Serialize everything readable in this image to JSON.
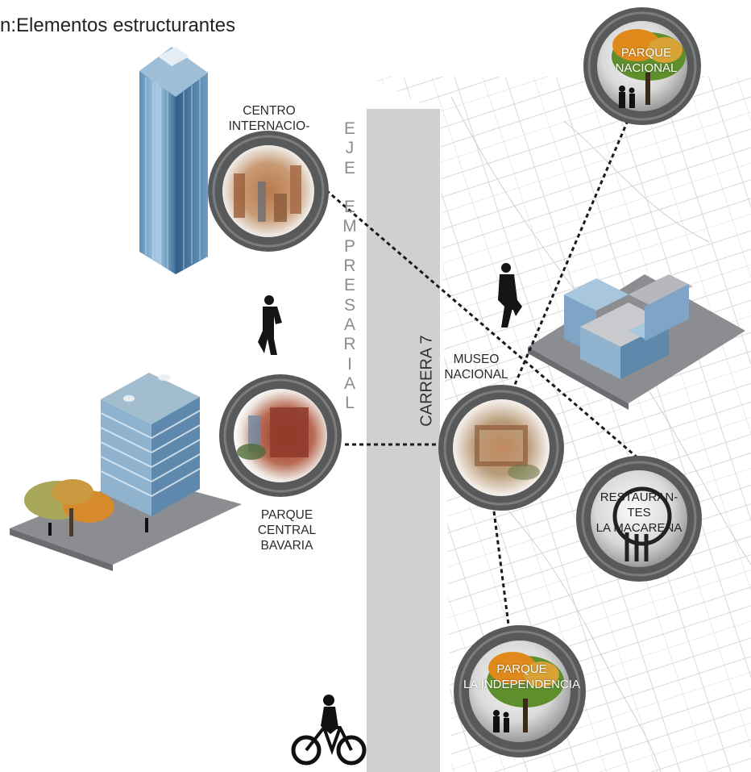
{
  "title": "n:Elementos estructurantes",
  "axis_letters": [
    "E",
    "J",
    "E",
    "",
    "E",
    "M",
    "P",
    "R",
    "E",
    "S",
    "A",
    "R",
    "I",
    "A",
    "L"
  ],
  "road_label": "CARRERA 7",
  "labels": {
    "centro": [
      "CENTRO",
      "INTERNACIO-"
    ],
    "parque_central": [
      "PARQUE",
      "CENTRAL",
      "BAVARIA"
    ],
    "museo": [
      "MUSEO",
      "NACIONAL"
    ],
    "parque_nacional": [
      "PARQUE",
      "NACIONAL"
    ],
    "restaurantes": [
      "RESTAURAN-",
      "TES",
      "LA MACARENA"
    ],
    "parque_independencia": [
      "PARQUE",
      "LA INDEPENDENCIA"
    ]
  },
  "icons": {
    "pedestrian": "walking-businessman-icon",
    "cyclist": "cyclist-icon",
    "tree": "tree-icon",
    "cutlery": "cutlery-icon",
    "family": "family-icon"
  },
  "colors": {
    "road": "#cfd0d2",
    "ring": "#58595b",
    "connector": "#1a1a1a",
    "axis_text": "#8c8c8c"
  }
}
